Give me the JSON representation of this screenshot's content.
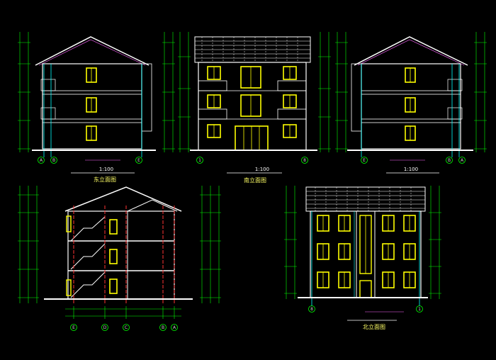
{
  "drawing": {
    "background": "#000000",
    "colors": {
      "wall": "#ffffff",
      "window": "#ffff00",
      "dimension": "#00ff00",
      "axis_line": "#00ffff",
      "section_cut": "#ff3333",
      "roof_tile": "#ffffff",
      "floor_band": "#ff66ff",
      "annotation": "#ff66ff",
      "axis_circle": "#00ff00"
    },
    "views": [
      {
        "id": "west-elevation",
        "kind": "side-elevation",
        "scale": "1:100",
        "title": "",
        "axes": [
          "A",
          "B",
          "E"
        ]
      },
      {
        "id": "south-elevation",
        "kind": "front-elevation",
        "scale": "1:100",
        "title": "南立面图",
        "axes": [
          "1",
          "8"
        ]
      },
      {
        "id": "east-side-elevation",
        "kind": "side-elevation",
        "scale": "1:100",
        "title": "",
        "axes": [
          "E",
          "B",
          "A"
        ]
      },
      {
        "id": "section",
        "kind": "section",
        "scale": "",
        "title": "东立面图",
        "axes": [
          "E",
          "D",
          "C",
          "B",
          "A"
        ]
      },
      {
        "id": "north-elevation",
        "kind": "rear-elevation",
        "scale": "",
        "title": "北立面图",
        "axes": [
          "8",
          "1"
        ]
      }
    ]
  }
}
